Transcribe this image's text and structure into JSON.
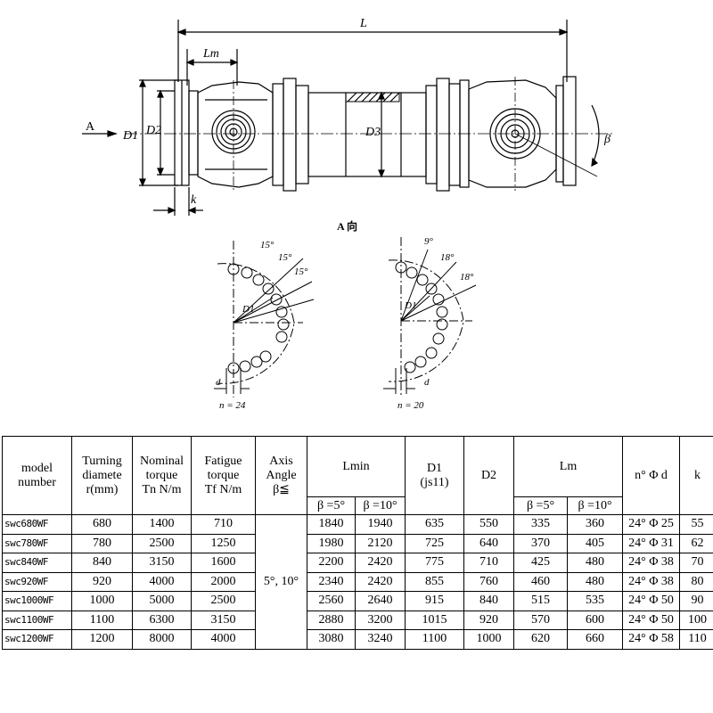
{
  "drawing": {
    "dim_L": "L",
    "dim_Lm": "Lm",
    "dim_D1": "D1",
    "dim_D2": "D2",
    "dim_D3": "D3",
    "dim_k": "k",
    "view_arrow": "A",
    "beta": "β",
    "view_title": "A 向",
    "left_flange": {
      "angles": [
        "15°",
        "15°",
        "15°"
      ],
      "d": "d",
      "D1": "D1",
      "n": "n = 24"
    },
    "right_flange": {
      "angles": [
        "9°",
        "18°",
        "18°"
      ],
      "d": "d",
      "D1": "D1",
      "n": "n = 20"
    }
  },
  "table": {
    "headers": {
      "model": "model\nnumber",
      "turning": "Turning\ndiamete\nr(mm)",
      "nominal": "Nominal\ntorque\nTn  N/m",
      "fatigue": "Fatigue\ntorque\nTf  N/m",
      "axis": "Axis\nAngle\nβ≦",
      "lmin": "Lmin",
      "d1": "D1\n(js11)",
      "d2": "D2",
      "lm": "Lm",
      "nd": "n° Φ d",
      "k": "k",
      "beta5": "β =5°",
      "beta10": "β =10°"
    },
    "axis_angle_value": "5°, 10°",
    "rows": [
      {
        "model": "swc680WF",
        "turning": "680",
        "nominal": "1400",
        "fatigue": "710",
        "lmin5": "1840",
        "lmin10": "1940",
        "d1": "635",
        "d2": "550",
        "lm5": "335",
        "lm10": "360",
        "nd": "24° Φ 25",
        "k": "55"
      },
      {
        "model": "swc780WF",
        "turning": "780",
        "nominal": "2500",
        "fatigue": "1250",
        "lmin5": "1980",
        "lmin10": "2120",
        "d1": "725",
        "d2": "640",
        "lm5": "370",
        "lm10": "405",
        "nd": "24° Φ 31",
        "k": "62"
      },
      {
        "model": "swc840WF",
        "turning": "840",
        "nominal": "3150",
        "fatigue": "1600",
        "lmin5": "2200",
        "lmin10": "2420",
        "d1": "775",
        "d2": "710",
        "lm5": "425",
        "lm10": "480",
        "nd": "24° Φ 38",
        "k": "70"
      },
      {
        "model": "swc920WF",
        "turning": "920",
        "nominal": "4000",
        "fatigue": "2000",
        "lmin5": "2340",
        "lmin10": "2420",
        "d1": "855",
        "d2": "760",
        "lm5": "460",
        "lm10": "480",
        "nd": "24° Φ 38",
        "k": "80"
      },
      {
        "model": "swc1000WF",
        "turning": "1000",
        "nominal": "5000",
        "fatigue": "2500",
        "lmin5": "2560",
        "lmin10": "2640",
        "d1": "915",
        "d2": "840",
        "lm5": "515",
        "lm10": "535",
        "nd": "24° Φ 50",
        "k": "90"
      },
      {
        "model": "swc1100WF",
        "turning": "1100",
        "nominal": "6300",
        "fatigue": "3150",
        "lmin5": "2880",
        "lmin10": "3200",
        "d1": "1015",
        "d2": "920",
        "lm5": "570",
        "lm10": "600",
        "nd": "24° Φ 50",
        "k": "100"
      },
      {
        "model": "swc1200WF",
        "turning": "1200",
        "nominal": "8000",
        "fatigue": "4000",
        "lmin5": "3080",
        "lmin10": "3240",
        "d1": "1100",
        "d2": "1000",
        "lm5": "620",
        "lm10": "660",
        "nd": "24° Φ 58",
        "k": "110"
      }
    ]
  }
}
